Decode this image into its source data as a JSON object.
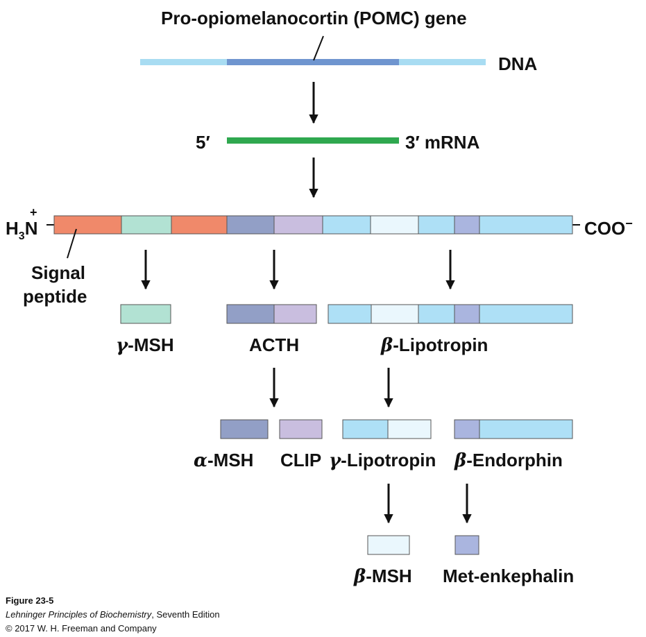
{
  "title": "Pro-opiomelanocortin (POMC) gene",
  "dna_label": "DNA",
  "mrna": {
    "five_prime": "5′",
    "three_prime": "3′ mRNA"
  },
  "precursor": {
    "n_terminus_main": "H",
    "n_terminus_sub": "3",
    "n_terminus_atom": "N",
    "n_terminus_charge": "+",
    "c_terminus": "COO",
    "c_terminus_charge": "−",
    "signal_line1": "Signal",
    "signal_line2": "peptide"
  },
  "products": {
    "gamma_msh": {
      "greek": "γ",
      "rest": "-MSH"
    },
    "acth": "ACTH",
    "beta_lipotropin": {
      "greek": "β",
      "rest": "-Lipotropin"
    },
    "alpha_msh": {
      "greek": "α",
      "rest": "-MSH"
    },
    "clip": "CLIP",
    "gamma_lipotropin": {
      "greek": "γ",
      "rest": "-Lipotropin"
    },
    "beta_endorphin": {
      "greek": "β",
      "rest": "-Endorphin"
    },
    "beta_msh": {
      "greek": "β",
      "rest": "-MSH"
    },
    "met_enkephalin": "Met-enkephalin"
  },
  "caption": {
    "figure": "Figure 23-5",
    "book_title": "Lehninger Principles of Biochemistry",
    "edition": ", Seventh Edition",
    "copyright": "© 2017 W. H. Freeman and Company"
  },
  "colors": {
    "dna_light": "#a8dcf2",
    "dna_dark": "#6f95cf",
    "mrna": "#2fa84f",
    "signal": "#f0896a",
    "gamma_msh": "#b2e2d3",
    "alpha_msh": "#929fc6",
    "clip": "#c9bedf",
    "lipotropin_blue": "#aee0f6",
    "beta_msh": "#eaf7fd",
    "met_enk": "#aab5df"
  }
}
